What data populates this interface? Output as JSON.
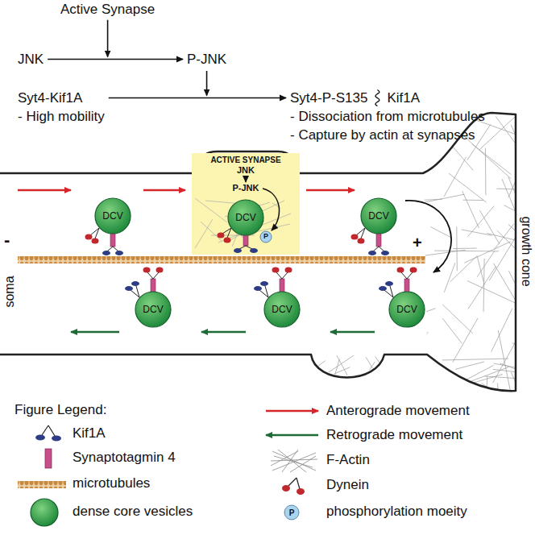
{
  "diagram": {
    "nodes": [
      {
        "text": [
          "JNK"
        ]
      },
      {
        "text": [
          "P-JNK"
        ]
      },
      {
        "text": [
          "Syt4-Kif1A",
          "- High mobility"
        ]
      },
      {
        "text": [
          "Syt4-P-S135",
          "Kif1A",
          "- Dissociation from microtubules",
          "- Capture by actin at synapses"
        ]
      },
      {
        "text": [
          "DCV"
        ]
      },
      {
        "text": [
          "ACTIVE SYNAPSE",
          "JNK",
          "P-JNK"
        ]
      },
      {
        "text": [
          "DCV"
        ],
        "in": 5
      },
      {
        "text": [
          "DCV"
        ]
      },
      {
        "text": [
          "DCV"
        ]
      },
      {
        "text": [
          "DCV"
        ]
      },
      {
        "text": [
          "DCV"
        ]
      }
    ],
    "edges": [
      {
        "from": 0,
        "to": 1,
        "arrow": "to"
      },
      {
        "from": 2,
        "to": 3,
        "arrow": "to"
      }
    ],
    "labels": [
      "Active Synapse",
      "-",
      "+",
      "soma",
      "growth cone",
      "P",
      "Figure Legend:",
      "P"
    ],
    "legend": [
      {
        "text": "Kif1A"
      },
      {
        "text": "Synaptotagmin 4"
      },
      {
        "text": "microtubules"
      },
      {
        "text": "dense core vesicles"
      },
      {
        "text": "Anterograde movement"
      },
      {
        "text": "Retrograde movement"
      },
      {
        "text": "F-Actin"
      },
      {
        "text": "Dynein"
      },
      {
        "text": "phosphorylation moeity"
      }
    ]
  }
}
